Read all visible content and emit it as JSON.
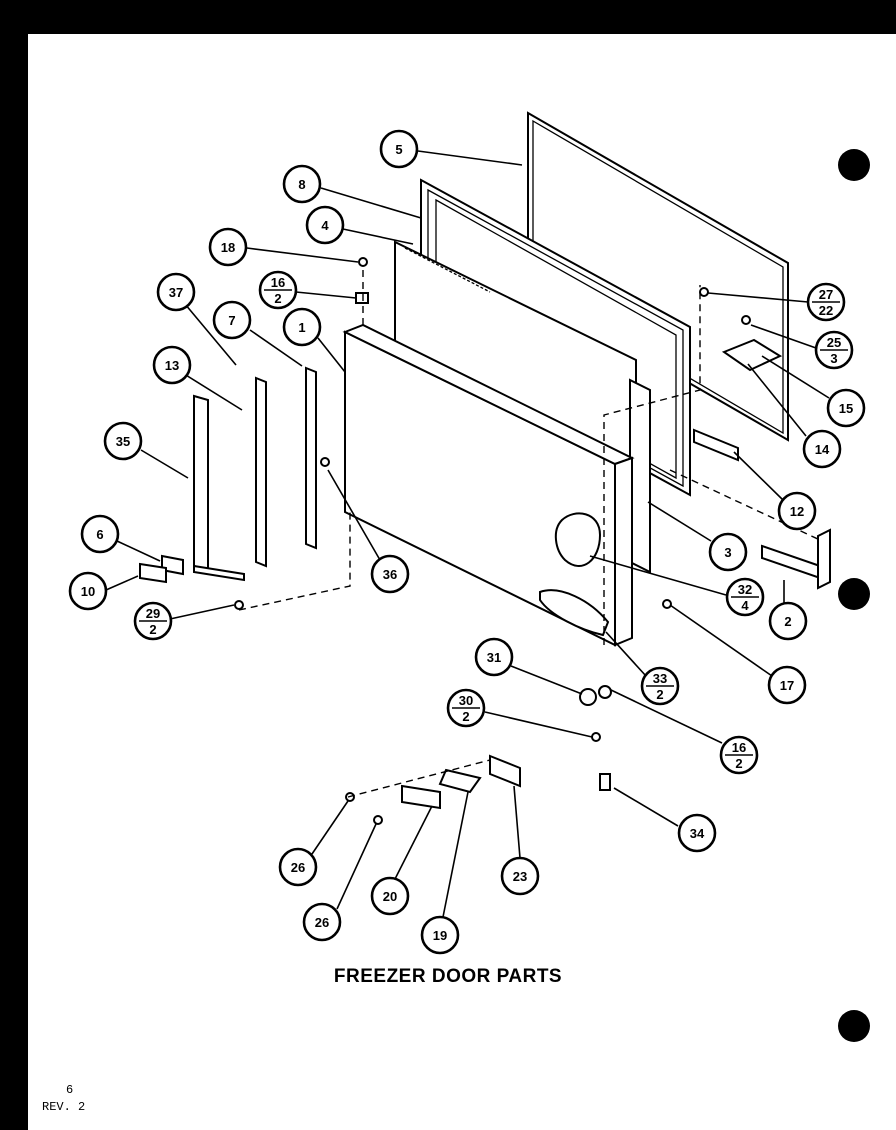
{
  "title": "FREEZER DOOR PARTS",
  "page_number": "6",
  "revision": "REV. 2",
  "callouts": [
    {
      "id": "c5",
      "label": "5"
    },
    {
      "id": "c8",
      "label": "8"
    },
    {
      "id": "c4",
      "label": "4"
    },
    {
      "id": "c18",
      "label": "18"
    },
    {
      "id": "c16a",
      "num": "16",
      "den": "2"
    },
    {
      "id": "c37",
      "label": "37"
    },
    {
      "id": "c7",
      "label": "7"
    },
    {
      "id": "c1",
      "label": "1"
    },
    {
      "id": "c13",
      "label": "13"
    },
    {
      "id": "c35",
      "label": "35"
    },
    {
      "id": "c6",
      "label": "6"
    },
    {
      "id": "c10",
      "label": "10"
    },
    {
      "id": "c29",
      "num": "29",
      "den": "2"
    },
    {
      "id": "c36",
      "label": "36"
    },
    {
      "id": "c27",
      "num": "27",
      "den": "22"
    },
    {
      "id": "c25",
      "num": "25",
      "den": "3"
    },
    {
      "id": "c15",
      "label": "15"
    },
    {
      "id": "c14",
      "label": "14"
    },
    {
      "id": "c12",
      "label": "12"
    },
    {
      "id": "c3",
      "label": "3"
    },
    {
      "id": "c32",
      "num": "32",
      "den": "4"
    },
    {
      "id": "c2",
      "label": "2"
    },
    {
      "id": "c17",
      "label": "17"
    },
    {
      "id": "c31",
      "label": "31"
    },
    {
      "id": "c33",
      "num": "33",
      "den": "2"
    },
    {
      "id": "c30",
      "num": "30",
      "den": "2"
    },
    {
      "id": "c16b",
      "num": "16",
      "den": "2"
    },
    {
      "id": "c34",
      "label": "34"
    },
    {
      "id": "c26a",
      "label": "26"
    },
    {
      "id": "c26b",
      "label": "26"
    },
    {
      "id": "c20",
      "label": "20"
    },
    {
      "id": "c19",
      "label": "19"
    },
    {
      "id": "c23",
      "label": "23"
    }
  ]
}
